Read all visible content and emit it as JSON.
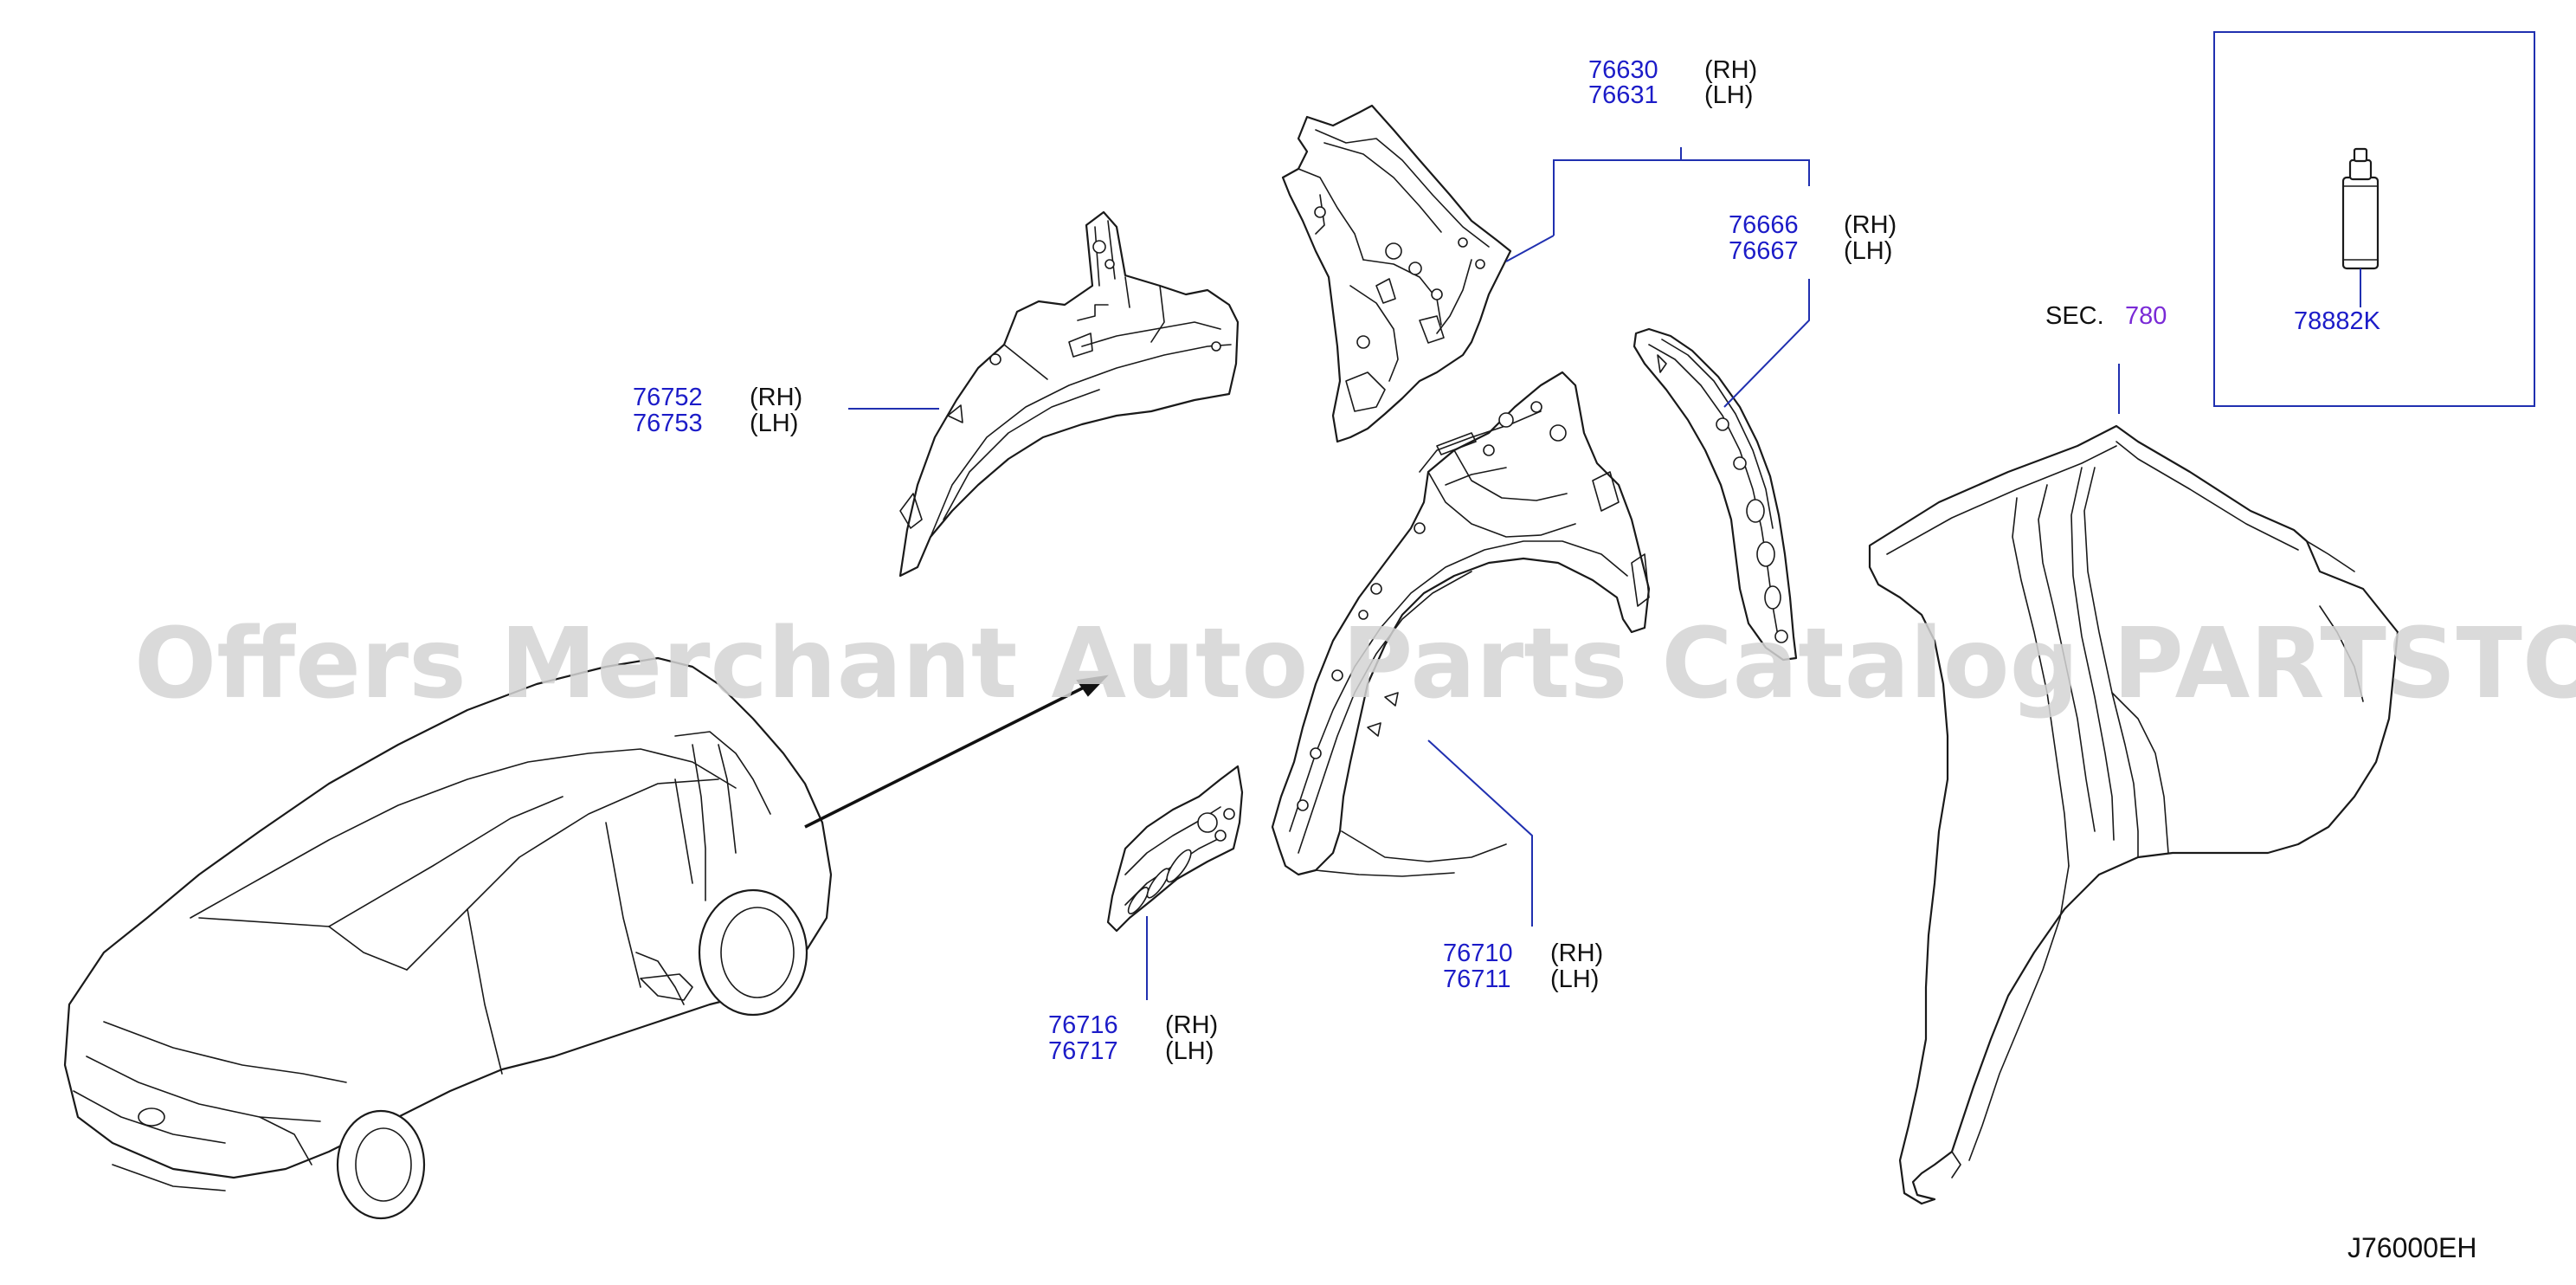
{
  "callouts": [
    {
      "id": "76630",
      "rh": "76630",
      "lh": "76631",
      "rh_tag": "(RH)",
      "lh_tag": "(LH)"
    },
    {
      "id": "76666",
      "rh": "76666",
      "lh": "76667",
      "rh_tag": "(RH)",
      "lh_tag": "(LH)"
    },
    {
      "id": "76752",
      "rh": "76752",
      "lh": "76753",
      "rh_tag": "(RH)",
      "lh_tag": "(LH)"
    },
    {
      "id": "76710",
      "rh": "76710",
      "lh": "76711",
      "rh_tag": "(RH)",
      "lh_tag": "(LH)"
    },
    {
      "id": "76716",
      "rh": "76716",
      "lh": "76717",
      "rh_tag": "(RH)",
      "lh_tag": "(LH)"
    }
  ],
  "single_part": "78882K",
  "section_ref": {
    "label": "SEC.",
    "number": "780"
  },
  "diagram_code": "J76000EH",
  "watermark": "Offers Merchant Auto Parts Catalog PARTSTORE.SA",
  "colors": {
    "part_number": "#1c1cc8",
    "section_number": "#7a2ad6",
    "leader": "#2030b0"
  }
}
